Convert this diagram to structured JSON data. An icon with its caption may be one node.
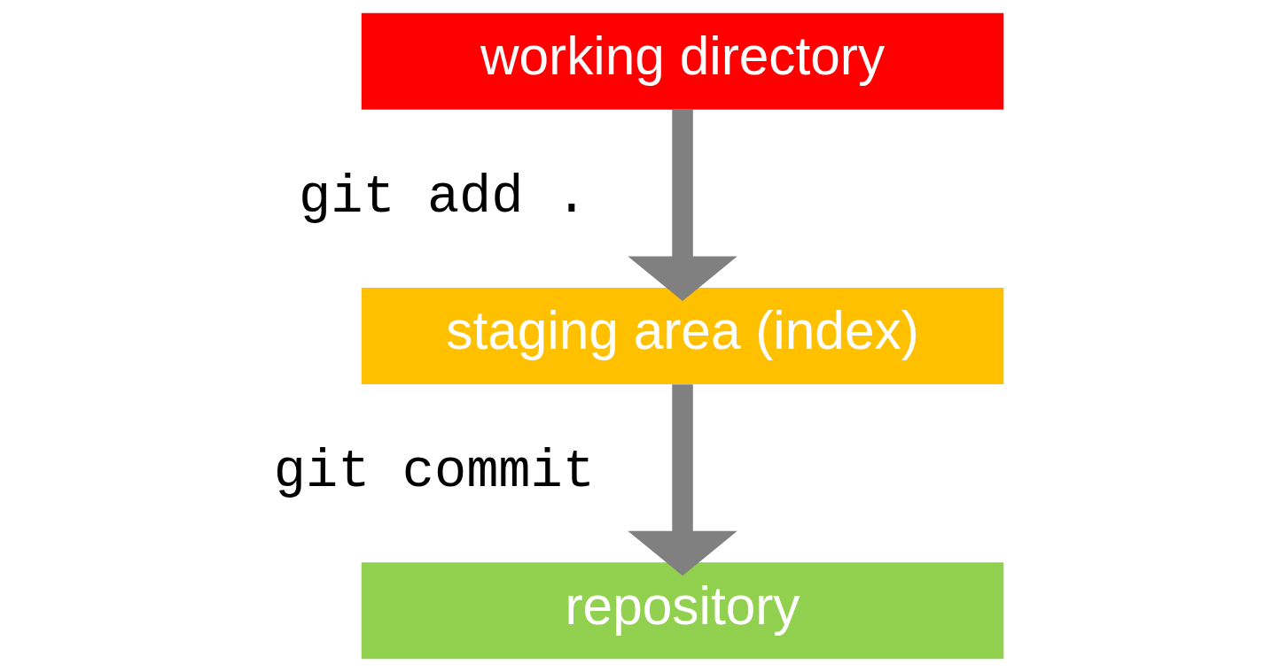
{
  "diagram": {
    "nodes": [
      {
        "text": [
          "working directory"
        ]
      },
      {
        "text": [
          "staging area (index)"
        ]
      },
      {
        "text": [
          "repository"
        ]
      }
    ],
    "edges": [
      {
        "from": 0,
        "to": 1,
        "arrow": "to"
      },
      {
        "from": 1,
        "to": 2,
        "arrow": "to"
      }
    ],
    "labels": [
      "git add .",
      "git commit"
    ]
  }
}
